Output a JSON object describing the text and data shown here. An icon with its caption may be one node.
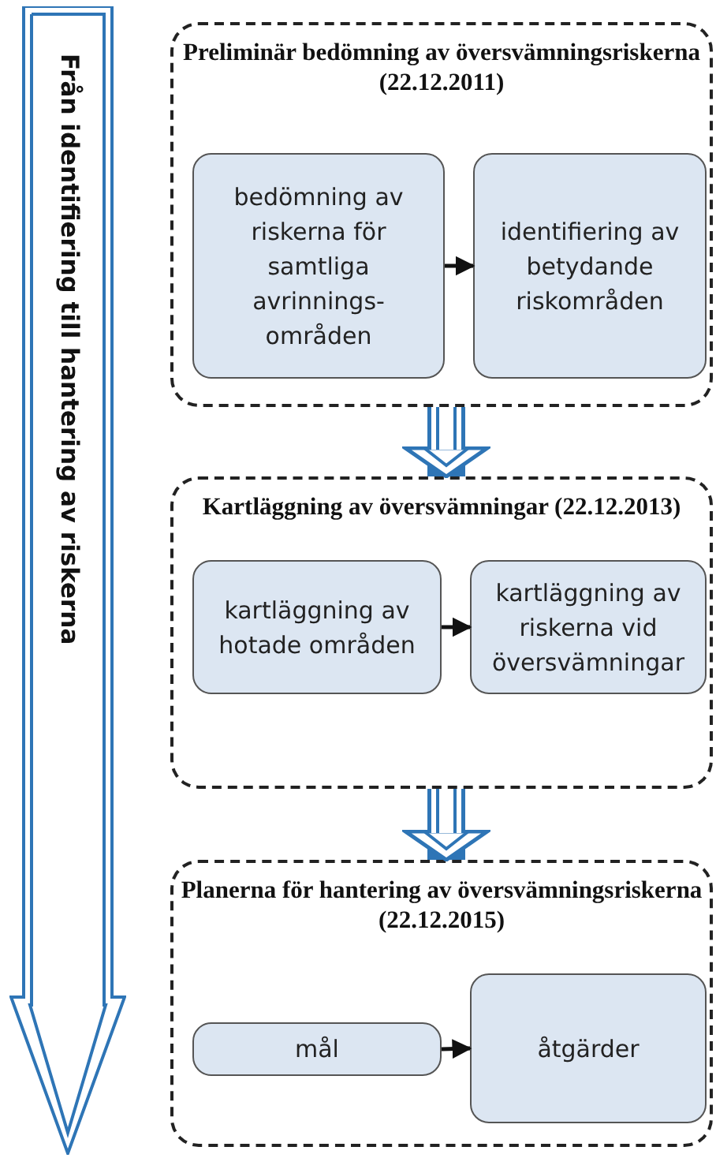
{
  "diagram": {
    "nodes": [
      {
        "text": [
          "Från identifiering till hantering av riskerna"
        ]
      },
      {
        "text": [
          "Preliminär bedömning av översvämningsriskerna (22.12.2011)"
        ]
      },
      {
        "text": [
          "bedömning av riskerna för samtliga avrinnings- områden"
        ],
        "in": 1
      },
      {
        "text": [
          "identifiering av betydande riskområden"
        ],
        "in": 1
      },
      {
        "text": [
          "Kartläggning av översvämningar (22.12.2013)"
        ]
      },
      {
        "text": [
          "kartläggning av hotade områden"
        ],
        "in": 4
      },
      {
        "text": [
          "kartläggning av riskerna vid översvämningar"
        ],
        "in": 4
      },
      {
        "text": [
          "Planerna för hantering av översvämningsriskerna (22.12.2015)"
        ]
      },
      {
        "text": [
          "mål"
        ],
        "in": 7
      },
      {
        "text": [
          "åtgärder"
        ],
        "in": 7
      }
    ],
    "edges": [
      {
        "from": 2,
        "to": 3,
        "arrow": "to"
      },
      {
        "from": 1,
        "to": 4,
        "arrow": "to",
        "style": "thick",
        "color": "#2e75b6"
      },
      {
        "from": 5,
        "to": 6,
        "arrow": "to"
      },
      {
        "from": 4,
        "to": 7,
        "arrow": "to",
        "style": "thick",
        "color": "#2e75b6"
      },
      {
        "from": 8,
        "to": 9,
        "arrow": "to"
      }
    ]
  }
}
